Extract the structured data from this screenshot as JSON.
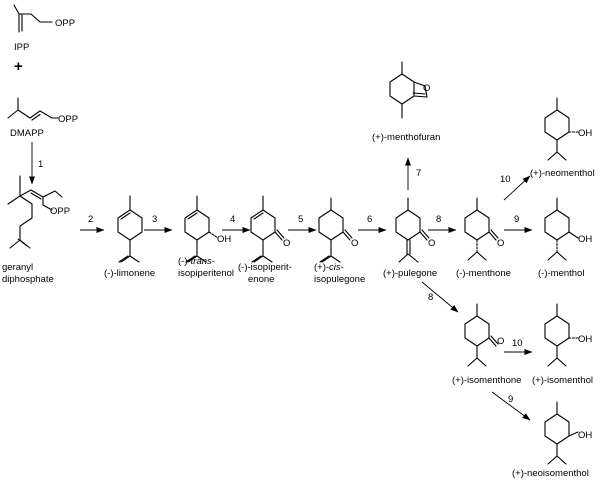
{
  "reactants": {
    "ipp": "IPP",
    "plus": "+",
    "dmapp": "DMAPP",
    "opp": "OPP"
  },
  "atoms": {
    "opp": "OPP",
    "oh": "OH",
    "o": "O"
  },
  "compounds": {
    "geranyl_line1": "geranyl",
    "geranyl_line2": "diphosphate",
    "limonene": "(-)-limonene",
    "trans_isopiperitenol_line1_prefix": "(-)-",
    "trans_isopiperitenol_line1_italic": "trans",
    "trans_isopiperitenol_line1_suffix": "-",
    "trans_isopiperitenol_line2": "isopiperitenol",
    "isopiperitenone_line1": "(-)-isopiperit-",
    "isopiperitenone_line2": "enone",
    "cis_isopulegone_line1_prefix": "(+)-",
    "cis_isopulegone_line1_italic": "cis",
    "cis_isopulegone_line1_suffix": "-",
    "cis_isopulegone_line2": "isopulegone",
    "pulegone": "(+)-pulegone",
    "menthofuran": "(+)-menthofuran",
    "menthone": "(-)-menthone",
    "neomenthol": "(+)-neomenthol",
    "menthol": "(-)-menthol",
    "isomenthone": "(+)-isomenthone",
    "isomenthol": "(+)-isomenthol",
    "neoisomenthol": "(+)-neoisomenthol"
  },
  "steps": {
    "s1": "1",
    "s2": "2",
    "s3": "3",
    "s4": "4",
    "s5": "5",
    "s6": "6",
    "s7": "7",
    "s8a": "8",
    "s8b": "8",
    "s9a": "9",
    "s9b": "9",
    "s10a": "10",
    "s10b": "10"
  }
}
